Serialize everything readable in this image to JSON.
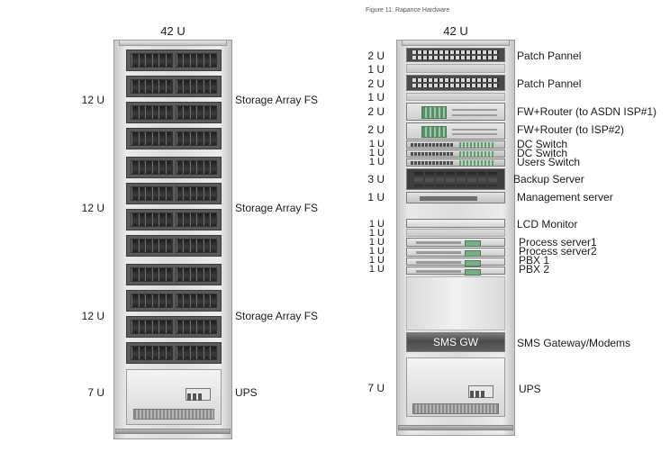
{
  "figure": {
    "caption": "Figure 11: Rapance Hardware"
  },
  "rack_left": {
    "total_label": "42 U",
    "sections": [
      {
        "units": "12 U",
        "label": "Storage Array FS"
      },
      {
        "units": "12 U",
        "label": "Storage Array FS"
      },
      {
        "units": "12 U",
        "label": "Storage Array FS"
      },
      {
        "units": "7 U",
        "label": "UPS"
      }
    ]
  },
  "rack_right": {
    "total_label": "42 U",
    "devices": [
      {
        "units": "2 U",
        "label": "Patch Pannel"
      },
      {
        "units": "1 U",
        "label": ""
      },
      {
        "units": "2 U",
        "label": "Patch Pannel"
      },
      {
        "units": "1 U",
        "label": ""
      },
      {
        "units": "2 U",
        "label": "FW+Router (to ASDN ISP#1)"
      },
      {
        "units": "2 U",
        "label": "FW+Router (to ISP#2)"
      },
      {
        "units": "1 U",
        "label": "DC Switch"
      },
      {
        "units": "1 U",
        "label": "DC Switch"
      },
      {
        "units": "1 U",
        "label": "Users Switch"
      },
      {
        "units": "3 U",
        "label": "Backup Server"
      },
      {
        "units": "1 U",
        "label": "Management server"
      },
      {
        "units": "1 U",
        "label": "LCD Monitor"
      },
      {
        "units": "1 U",
        "label": ""
      },
      {
        "units": "1 U",
        "label": "Process server1"
      },
      {
        "units": "1 U",
        "label": "Process server2"
      },
      {
        "units": "1 U",
        "label": "PBX 1"
      },
      {
        "units": "1 U",
        "label": "PBX 2"
      },
      {
        "units": "",
        "label": "SMS Gateway/Modems",
        "device_text": "SMS GW"
      },
      {
        "units": "7 U",
        "label": "UPS"
      }
    ]
  }
}
